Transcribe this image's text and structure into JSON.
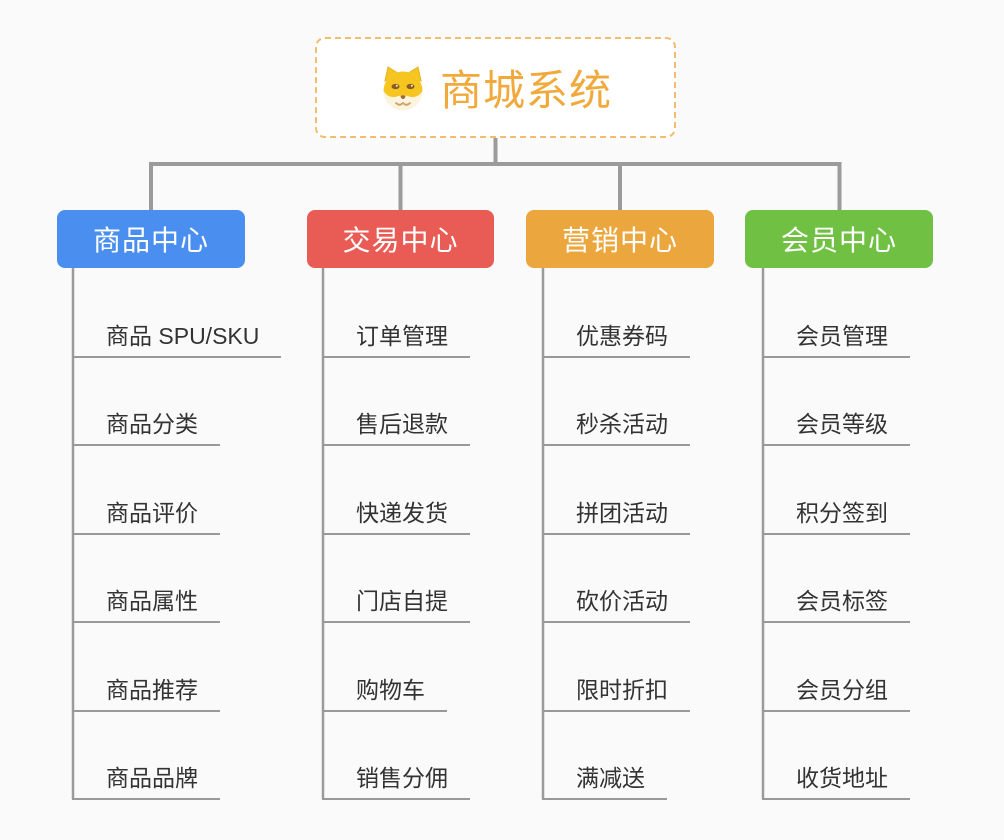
{
  "root": {
    "title": "商城系统",
    "icon": "shiba-dog-face-icon",
    "border_color": "#f2bd6e",
    "title_color": "#f1a93c"
  },
  "connector_color": "#9b9b9b",
  "leaf_line_color": "#999999",
  "background_color": "#fafafa",
  "branches": [
    {
      "label": "商品中心",
      "color": "#4a8ff0",
      "items": [
        "商品 SPU/SKU",
        "商品分类",
        "商品评价",
        "商品属性",
        "商品推荐",
        "商品品牌"
      ]
    },
    {
      "label": "交易中心",
      "color": "#e95b55",
      "items": [
        "订单管理",
        "售后退款",
        "快递发货",
        "门店自提",
        "购物车",
        "销售分佣"
      ]
    },
    {
      "label": "营销中心",
      "color": "#ebа73d",
      "items": [
        "优惠券码",
        "秒杀活动",
        "拼团活动",
        "砍价活动",
        "限时折扣",
        "满减送"
      ]
    },
    {
      "label": "会员中心",
      "color": "#70c143",
      "items": [
        "会员管理",
        "会员等级",
        "积分签到",
        "会员标签",
        "会员分组",
        "收货地址"
      ]
    }
  ]
}
